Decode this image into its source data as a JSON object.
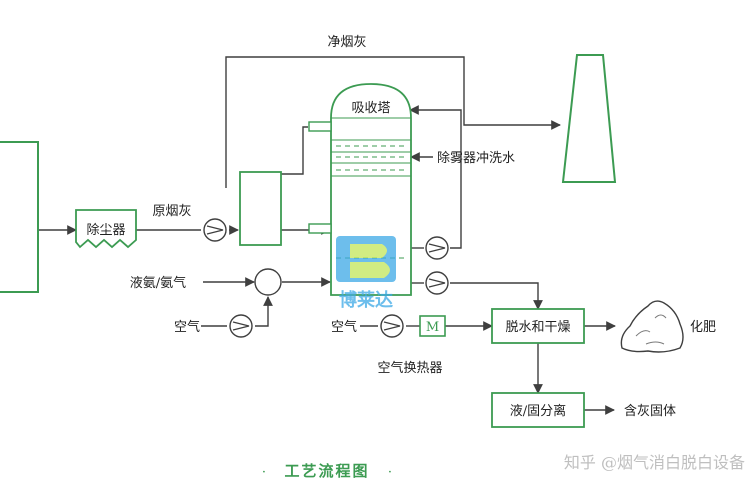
{
  "labels": {
    "clean_flue_gas": "净烟灰",
    "absorber": "吸收塔",
    "mist_washer": "除雾器冲洗水",
    "raw_flue_gas": "原烟灰",
    "dust_collector": "除尘器",
    "ammonia": "液氨/氨气",
    "air": "空气",
    "air_heat_exchanger": "空气换热器",
    "dewater_dry": "脱水和干燥",
    "fertilizer": "化肥",
    "separation": "液/固分离",
    "ash_solid": "含灰固体",
    "flow_title": "工艺流程图",
    "watermark": "知乎 @烟气消白脱白设备",
    "logo_text": "博莱达",
    "heat_exchanger_symbol": "M"
  },
  "colors": {
    "line": "#3f3f3f",
    "equipment": "#3c9b52",
    "title": "#3c9b52",
    "watermark": "#bfbfbf"
  }
}
